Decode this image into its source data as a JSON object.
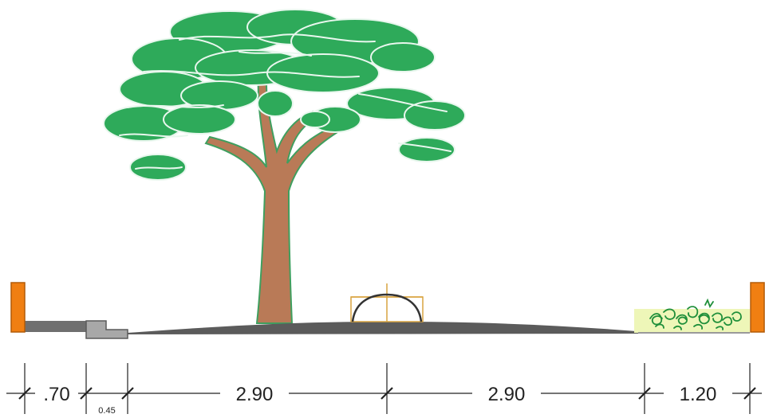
{
  "dimensions": {
    "left_wall_to_step": ".70",
    "step": "0.45",
    "step_to_center": "2.90",
    "center_to_planter": "2.90",
    "planter": "1.20"
  },
  "colors": {
    "foliage": "#2eaa5a",
    "foliage_edge": "#e9f7ee",
    "trunk": "#b97a57",
    "trunk_edge": "#3f9f5f",
    "post": "#f07f12",
    "post_edge": "#b25b08",
    "sidewalk": "#6f6f6f",
    "curb": "#a8a8a8",
    "road": "#5b5b5b",
    "arch": "#333333",
    "arch_box": "#d9a441",
    "shrub_bg": "#eef6b8",
    "shrub": "#1f8f3a",
    "dim_line": "#222222"
  },
  "icons": {
    "tree": "tree-icon",
    "arch": "drain-arch-icon",
    "shrub": "shrub-icon"
  }
}
